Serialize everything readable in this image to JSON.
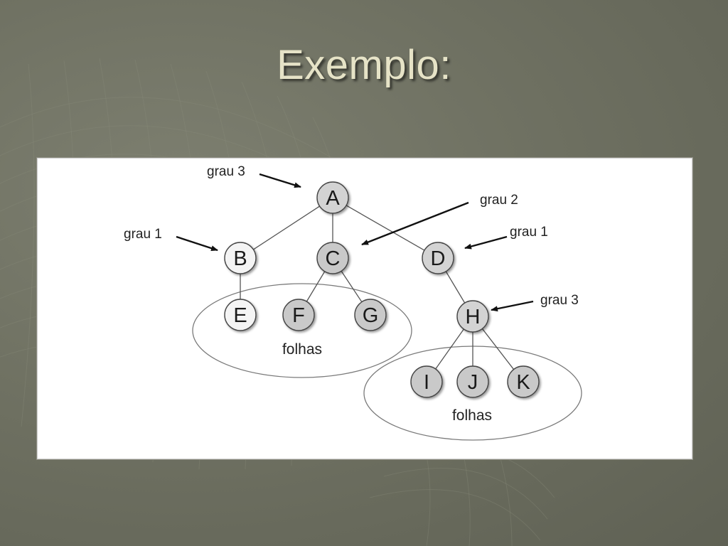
{
  "slide": {
    "title": "Exemplo:"
  },
  "diagram": {
    "nodes": [
      {
        "id": "A",
        "label": "A",
        "fill": "#d3d3d3"
      },
      {
        "id": "B",
        "label": "B",
        "fill": "#f4f4f4"
      },
      {
        "id": "C",
        "label": "C",
        "fill": "#c9c9c9"
      },
      {
        "id": "D",
        "label": "D",
        "fill": "#d3d3d3"
      },
      {
        "id": "E",
        "label": "E",
        "fill": "#f4f4f4"
      },
      {
        "id": "F",
        "label": "F",
        "fill": "#c9c9c9"
      },
      {
        "id": "G",
        "label": "G",
        "fill": "#c9c9c9"
      },
      {
        "id": "H",
        "label": "H",
        "fill": "#d3d3d3"
      },
      {
        "id": "I",
        "label": "I",
        "fill": "#c9c9c9"
      },
      {
        "id": "J",
        "label": "J",
        "fill": "#c9c9c9"
      },
      {
        "id": "K",
        "label": "K",
        "fill": "#c9c9c9"
      }
    ],
    "edges": [
      {
        "from": "A",
        "to": "B"
      },
      {
        "from": "A",
        "to": "C"
      },
      {
        "from": "A",
        "to": "D"
      },
      {
        "from": "B",
        "to": "E"
      },
      {
        "from": "C",
        "to": "F"
      },
      {
        "from": "C",
        "to": "G"
      },
      {
        "from": "D",
        "to": "H"
      },
      {
        "from": "H",
        "to": "I"
      },
      {
        "from": "H",
        "to": "J"
      },
      {
        "from": "H",
        "to": "K"
      }
    ],
    "annotations": [
      {
        "text": "grau 3",
        "points_to": "A"
      },
      {
        "text": "grau 1",
        "points_to": "B"
      },
      {
        "text": "grau 2",
        "points_to": "C"
      },
      {
        "text": "grau 1",
        "points_to": "D"
      },
      {
        "text": "grau 3",
        "points_to": "H"
      }
    ],
    "groups": [
      {
        "label": "folhas",
        "members": [
          "E",
          "F",
          "G"
        ]
      },
      {
        "label": "folhas",
        "members": [
          "I",
          "J",
          "K"
        ]
      }
    ]
  }
}
